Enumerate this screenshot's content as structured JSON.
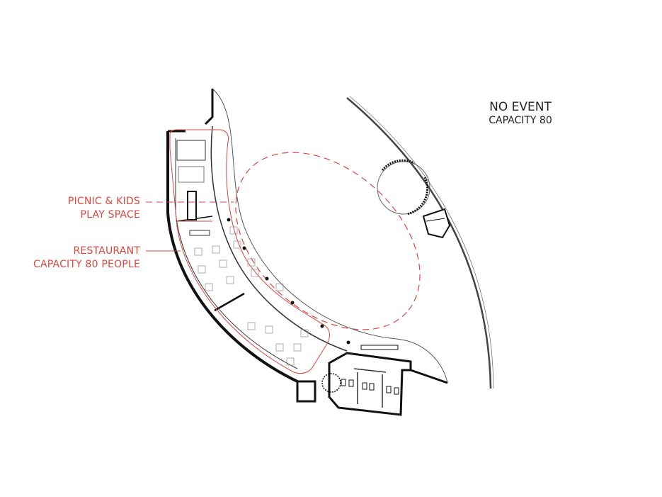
{
  "labels": {
    "picnic": {
      "line1": "PICNIC & KIDS",
      "line2": "PLAY SPACE"
    },
    "restaurant": {
      "line1": "RESTAURANT",
      "line2": "CAPACITY 80 PEOPLE"
    }
  },
  "event": {
    "title": "NO EVENT",
    "capacity": "CAPACITY 80"
  },
  "colors": {
    "accent": "#d9473f",
    "wall": "#111111",
    "line": "#555555"
  }
}
